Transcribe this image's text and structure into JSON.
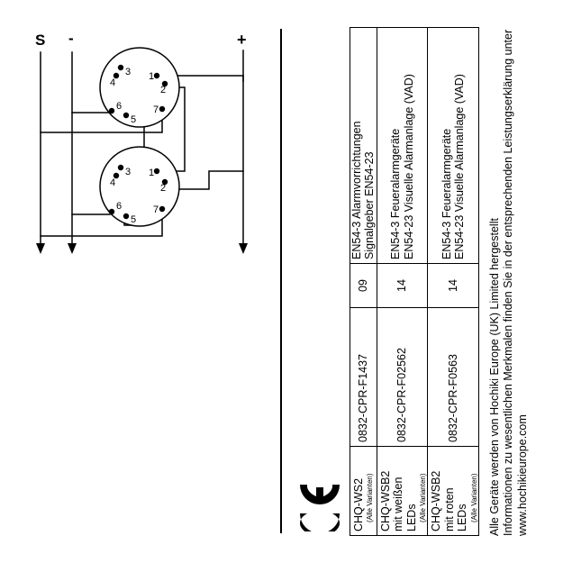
{
  "wiring": {
    "terminal_s": "S",
    "terminal_minus": "-",
    "terminal_plus": "+",
    "pins": [
      "1",
      "2",
      "3",
      "4",
      "5",
      "6",
      "7"
    ]
  },
  "table": {
    "rows": [
      {
        "product": "CHQ-WS2",
        "product_lines": "",
        "variants": "(Alle Varianten)",
        "certificate": "0832-CPR-F1437",
        "year": "09",
        "standards": "EN54-3 Alarmvorrichtungen\nSignalgeber EN54-23"
      },
      {
        "product": "CHQ-WSB2",
        "product_lines": "mit weißen\nLEDs",
        "variants": "(Alle Varianten)",
        "certificate": "0832-CPR-F02562",
        "year": "14",
        "standards": "EN54-3 Feueralarmgeräte\nEN54-23 Visuelle Alarmanlage (VAD)"
      },
      {
        "product": "CHQ-WSB2",
        "product_lines": "mit roten\nLEDs",
        "variants": "(Alle Varianten)",
        "certificate": "0832-CPR-F0563",
        "year": "14",
        "standards": "EN54-3 Feueralarmgeräte\nEN54-23 Visuelle Alarmanlage (VAD)"
      }
    ]
  },
  "note": "Alle Geräte werden von Hochiki Europe (UK) Limited hergestellt\nInformationen zu wesentlichen Merkmalen finden Sie in der entsprechenden Leistungserklärung unter\nwww.hochikieurope.com",
  "ce_mark": "CE",
  "colors": {
    "ink": "#000000",
    "connector_fill": "#ffffff",
    "background": "#ffffff"
  }
}
